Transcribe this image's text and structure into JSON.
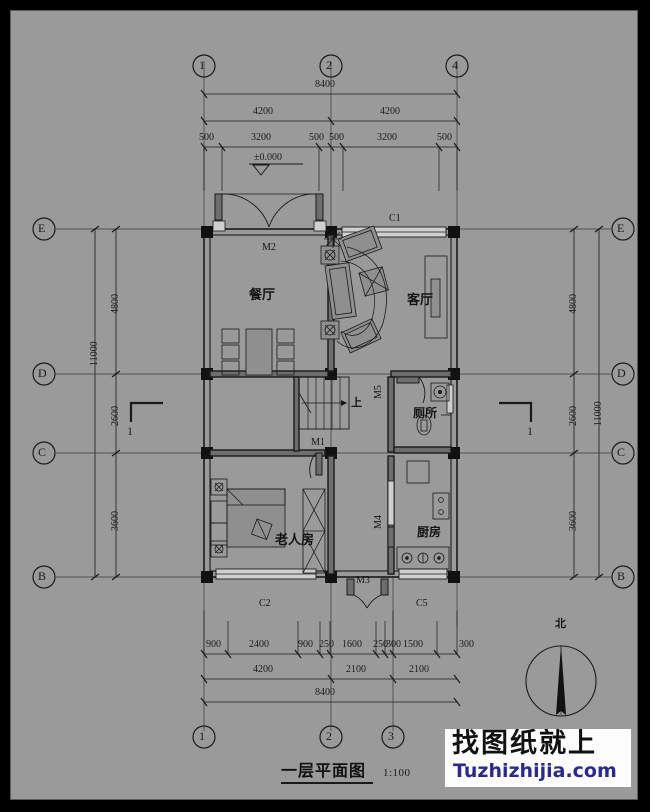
{
  "sheet": {
    "title": "一层平面图",
    "scale": "1:100",
    "background_color": "#9a9a9a",
    "line_color": "#1a1a1a"
  },
  "elevation_marker": {
    "value": "±0.000"
  },
  "north_arrow": {
    "label": "北"
  },
  "watermark": {
    "cn": "找图纸就上",
    "en": "Tuzhizhijia.com",
    "accent_color": "#2a2a8c"
  },
  "grid_bubbles": {
    "top": [
      "1",
      "2",
      "4"
    ],
    "bottom": [
      "1",
      "2",
      "3"
    ],
    "left": [
      "E",
      "D",
      "C",
      "B"
    ],
    "right": [
      "E",
      "D",
      "C",
      "B"
    ]
  },
  "section_markers": [
    "1",
    "1"
  ],
  "dimensions": {
    "top_overall": "8400",
    "top_bays": [
      "4200",
      "4200"
    ],
    "top_detail": [
      "500",
      "3200",
      "500",
      "500",
      "3200",
      "500"
    ],
    "bottom_overall": "8400",
    "bottom_bays": [
      "4200",
      "2100",
      "2100"
    ],
    "bottom_detail": [
      "900",
      "2400",
      "900",
      "250",
      "1600",
      "250",
      "300",
      "1500",
      "300"
    ],
    "left_overall": "11000",
    "left_bays": [
      "4800",
      "2600",
      "3600"
    ],
    "right_overall": "11000",
    "right_bays": [
      "4800",
      "2600",
      "3600"
    ]
  },
  "rooms": [
    {
      "name": "餐厅"
    },
    {
      "name": "客厅"
    },
    {
      "name": "老人房"
    },
    {
      "name": "厕所"
    },
    {
      "name": "厨房"
    }
  ],
  "openings": {
    "doors": [
      "M1",
      "M2",
      "M3",
      "M4",
      "M5"
    ],
    "windows": [
      "C1",
      "C2",
      "C5"
    ]
  },
  "stair": {
    "direction_label": "上"
  }
}
